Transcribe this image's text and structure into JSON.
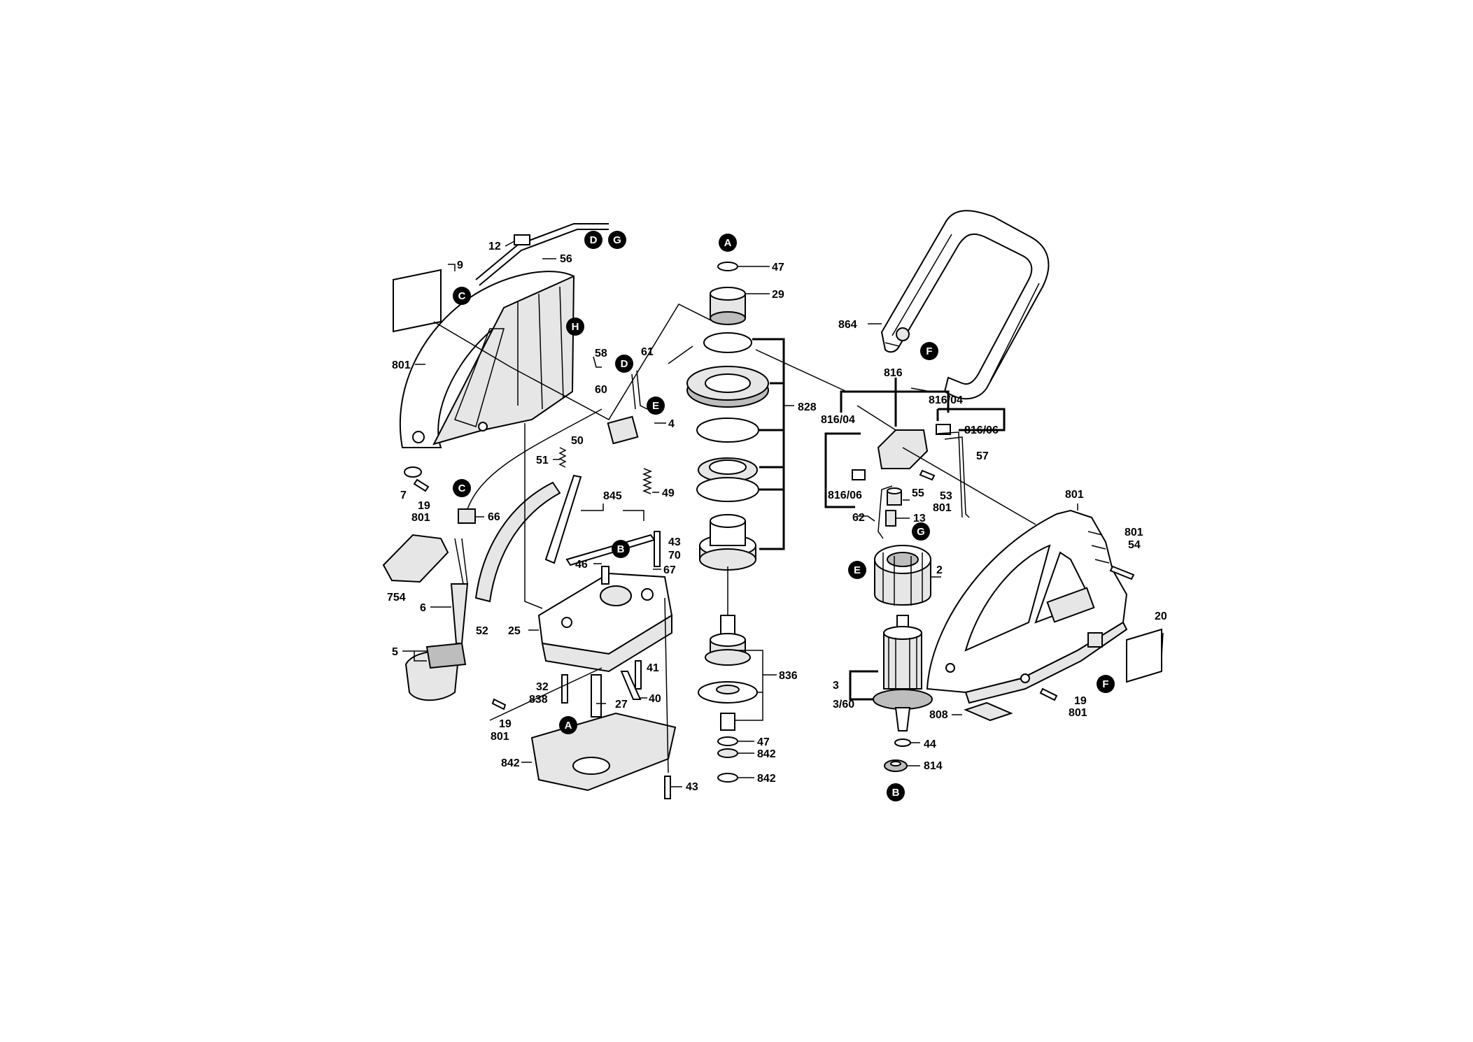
{
  "markers": {
    "a": "A",
    "b": "B",
    "c": "C",
    "d": "D",
    "e": "E",
    "f": "F",
    "g": "G",
    "h": "H"
  },
  "labels": {
    "l9": "9",
    "l12": "12",
    "l56": "56",
    "l801_a": "801",
    "l58": "58",
    "l61": "61",
    "l60": "60",
    "l4": "4",
    "l7": "7",
    "l19_a": "19",
    "l801_b": "801",
    "l66": "66",
    "l50": "50",
    "l51": "51",
    "l845": "845",
    "l49": "49",
    "l754": "754",
    "l6": "6",
    "l5": "5",
    "l52": "52",
    "l43_a": "43",
    "l70": "70",
    "l46": "46",
    "l67": "67",
    "l25": "25",
    "l41": "41",
    "l32": "32",
    "l838": "838",
    "l27": "27",
    "l40": "40",
    "l19_b": "19",
    "l801_c": "801",
    "l842_a": "842",
    "l43_b": "43",
    "l47_a": "47",
    "l29": "29",
    "l828": "828",
    "l836": "836",
    "l47_b": "47",
    "l842_b": "842",
    "l842_c": "842",
    "l864": "864",
    "l816": "816",
    "l816_04_a": "816/04",
    "l816_04_b": "816/04",
    "l816_06_a": "816/06",
    "l816_06_b": "816/06",
    "l57": "57",
    "l55": "55",
    "l53": "53",
    "l801_d": "801",
    "l62": "62",
    "l13": "13",
    "l2": "2",
    "l801_e": "801",
    "l801_f": "801",
    "l54": "54",
    "l20": "20",
    "l3": "3",
    "l3_60": "3/60",
    "l808": "808",
    "l19_c": "19",
    "l801_g": "801",
    "l44": "44",
    "l814": "814"
  }
}
